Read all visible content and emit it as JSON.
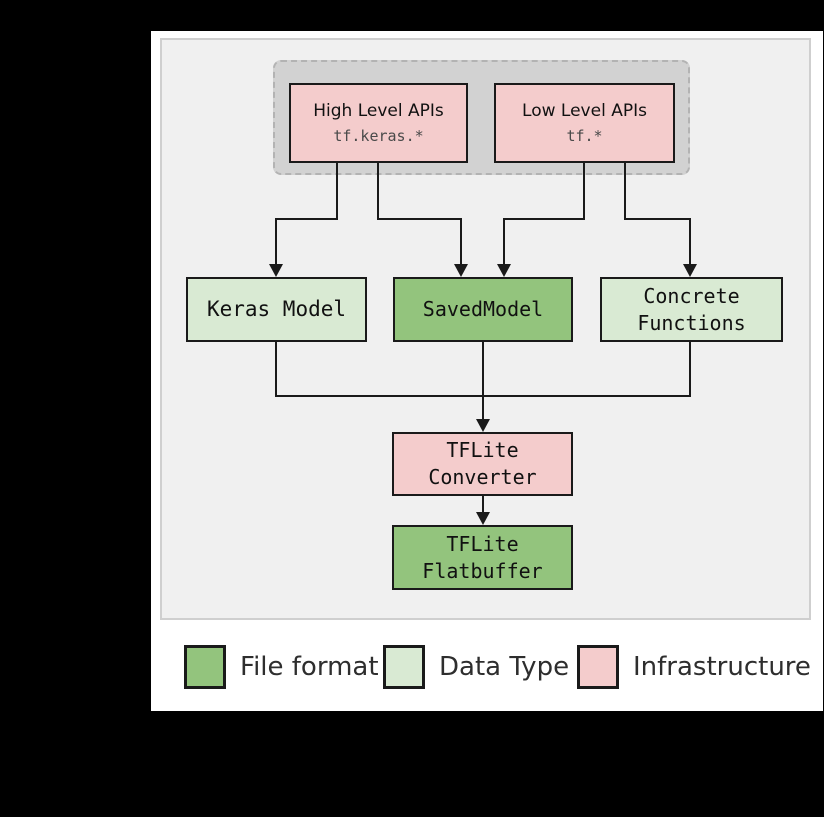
{
  "colors": {
    "file_format": "#93c47d",
    "data_type": "#d9ead3",
    "infrastructure": "#f4cccc",
    "panel_bg": "#f0f0f0",
    "group_bg": "#d2d2d2"
  },
  "diagram": {
    "api_group": {
      "high_level": {
        "title": "High Level APIs",
        "code": "tf.keras.*"
      },
      "low_level": {
        "title": "Low Level APIs",
        "code": "tf.*"
      }
    },
    "nodes": {
      "keras_model": {
        "label": "Keras Model"
      },
      "saved_model": {
        "label": "SavedModel"
      },
      "concrete_functions": {
        "label": "Concrete\nFunctions"
      },
      "tflite_converter": {
        "label": "TFLite\nConverter"
      },
      "tflite_flatbuffer": {
        "label": "TFLite\nFlatbuffer"
      }
    }
  },
  "legend": {
    "items": [
      {
        "label": "File format",
        "color": "#93c47d"
      },
      {
        "label": "Data Type",
        "color": "#d9ead3"
      },
      {
        "label": "Infrastructure",
        "color": "#f4cccc"
      }
    ]
  }
}
